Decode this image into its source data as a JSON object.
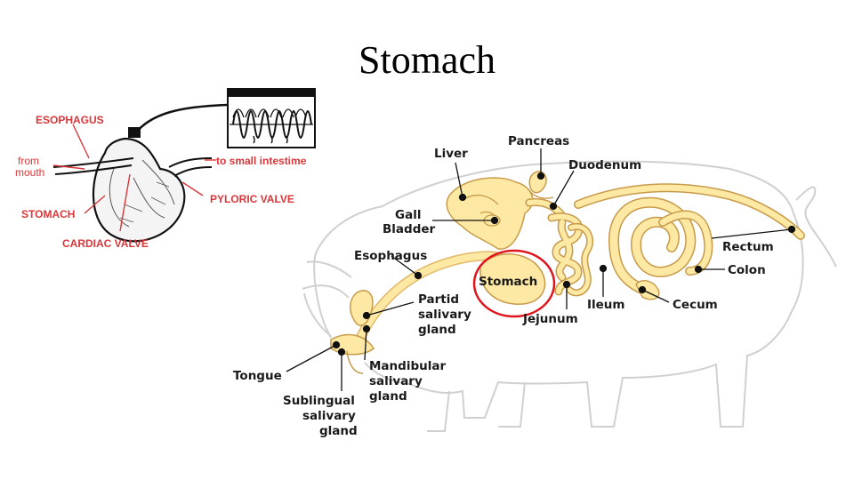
{
  "slide": {
    "title": "Stomach"
  },
  "stomach_diagram": {
    "labels": {
      "esophagus": "ESOPHAGUS",
      "from_mouth_1": "from",
      "from_mouth_2": "mouth",
      "to_small_intestine": "to small intestime",
      "pyloric_valve": "PYLORIC VALVE",
      "stomach": "STOMACH",
      "cardiac_valve": "CARDIAC VALVE"
    }
  },
  "pig_diagram": {
    "labels": {
      "pancreas": "Pancreas",
      "liver": "Liver",
      "duodenum": "Duodenum",
      "gall_1": "Gall",
      "gall_2": "Bladder",
      "rectum": "Rectum",
      "esophagus": "Esophagus",
      "colon": "Colon",
      "stomach": "Stomach",
      "partid_1": "Partid",
      "partid_2": "salivary",
      "partid_3": "gland",
      "ileum": "Ileum",
      "cecum": "Cecum",
      "jejunum": "Jejunum",
      "tongue": "Tongue",
      "mandibular_1": "Mandibular",
      "mandibular_2": "salivary",
      "mandibular_3": "gland",
      "sublingual_1": "Sublingual",
      "sublingual_2": "salivary",
      "sublingual_3": "gland"
    },
    "highlight_color": "#e0141c",
    "organ_fill": "#fde9a4",
    "outline_color": "#d0d0d0"
  }
}
